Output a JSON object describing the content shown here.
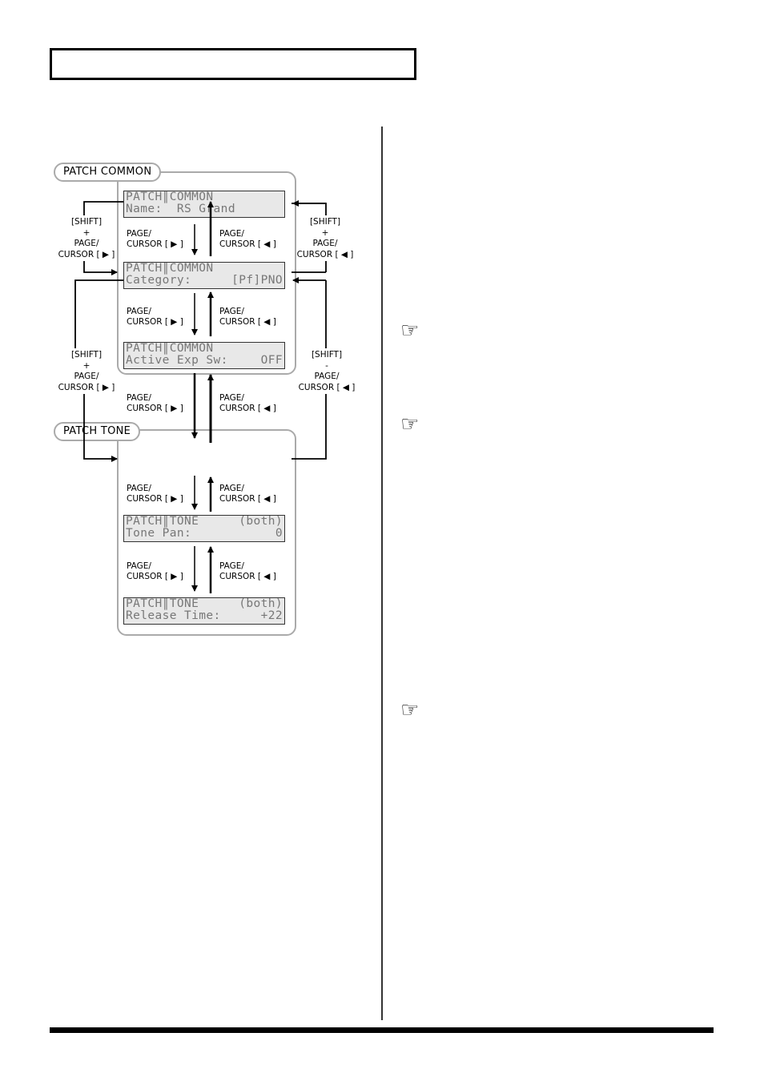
{
  "page": {
    "header_title": ""
  },
  "groups": {
    "patch_common": {
      "label": "PATCH  COMMON"
    },
    "patch_tone": {
      "label": "PATCH TONE"
    }
  },
  "lcds": [
    {
      "line1": "PATCH║COMMON",
      "line1_right": "",
      "line2": "Name:  RS Grand",
      "line2_right": ""
    },
    {
      "line1": "PATCH║COMMON",
      "line1_right": "",
      "line2": "Category:",
      "line2_right": "[Pf]PNO"
    },
    {
      "line1": "PATCH║COMMON",
      "line1_right": "",
      "line2": "Active Exp Sw:",
      "line2_right": "OFF"
    },
    {
      "line1": "PATCH║TONE",
      "line1_right": "(both)",
      "line2": "Tone Pan:",
      "line2_right": "0"
    },
    {
      "line1": "PATCH║TONE",
      "line1_right": "(both)",
      "line2": "Release Time:",
      "line2_right": "+22"
    }
  ],
  "nav": {
    "down_label": "PAGE/\nCURSOR [ ▶ ]",
    "up_label": "PAGE/\nCURSOR [ ◀ ]"
  },
  "shift": {
    "right_forward": "[SHIFT]\n+\nPAGE/\nCURSOR [ ▶ ]",
    "left_back": "[SHIFT]\n+\nPAGE/\nCURSOR [ ◀ ]",
    "left_back_minus": "[SHIFT]\n-\nPAGE/\nCURSOR [ ◀ ]"
  },
  "icons": {
    "reference": "pointing-hand-icon"
  },
  "ref_icons": [
    "☞",
    "☞",
    "☞"
  ]
}
